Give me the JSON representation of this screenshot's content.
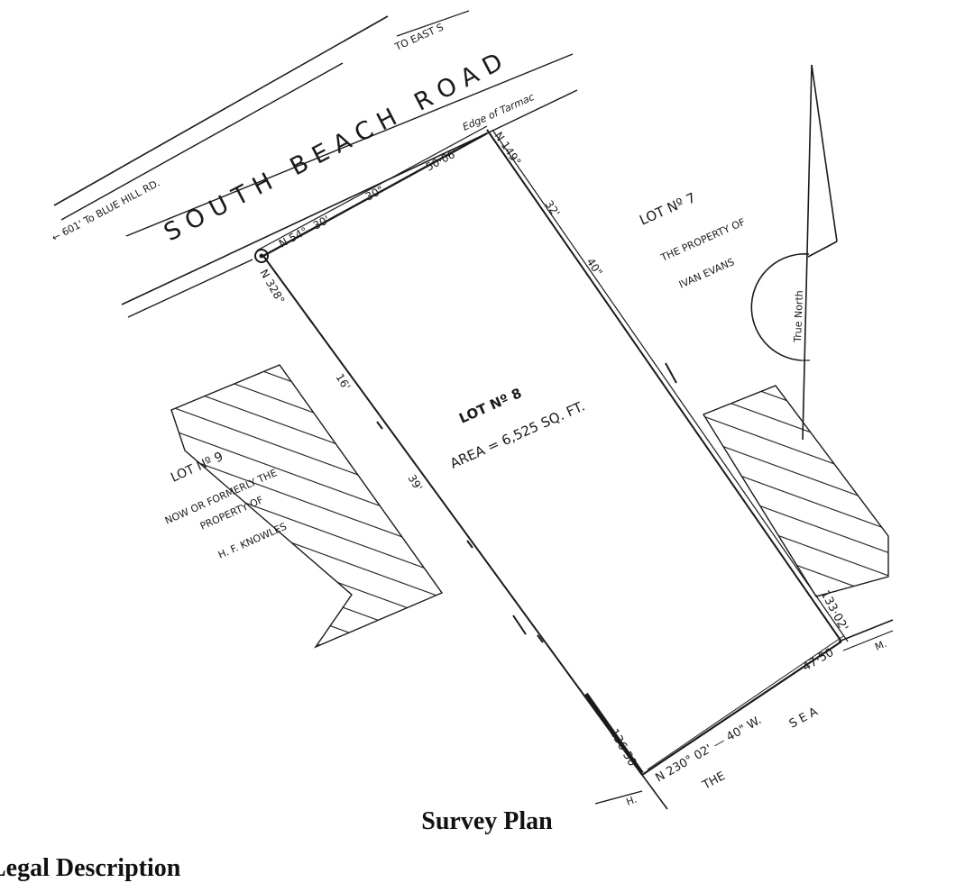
{
  "road": {
    "name": "SOUTH BEACH ROAD",
    "to_blue_hill": "← 601' To BLUE HILL RD.",
    "to_east": "TO EAST S",
    "edge": "Edge of Tarmac"
  },
  "lots": {
    "lot8": {
      "title": "LOT Nº 8",
      "area": "AREA = 6,525 SQ. FT."
    },
    "lot7": {
      "line1": "LOT Nº 7",
      "line2": "THE PROPERTY OF",
      "line3": "IVAN EVANS"
    },
    "lot9": {
      "line1": "LOT Nº 9",
      "line2": "NOW OR FORMERLY THE",
      "line3": "PROPERTY OF",
      "line4": "H. F. KNOWLES"
    }
  },
  "bearings": {
    "n54": "N 54°",
    "n149": "N 149°",
    "n328": "N 328°",
    "n230": "N 230° 02' — 40\" W."
  },
  "dimensions": {
    "front_30a": "30'",
    "front_30b": "30\"",
    "front_50": "50·06'",
    "side_32": "32'",
    "side_40": "40\"",
    "side_16": "16'",
    "side_39": "39'",
    "right_133": "133·02'",
    "left_136": "136·50'",
    "rear_47": "47·50"
  },
  "sea": {
    "the": "THE",
    "sea": "SEA",
    "h": "H.",
    "m": "M."
  },
  "north": {
    "label": "True North"
  },
  "caption": "Survey Plan",
  "footer": "Legal Description"
}
